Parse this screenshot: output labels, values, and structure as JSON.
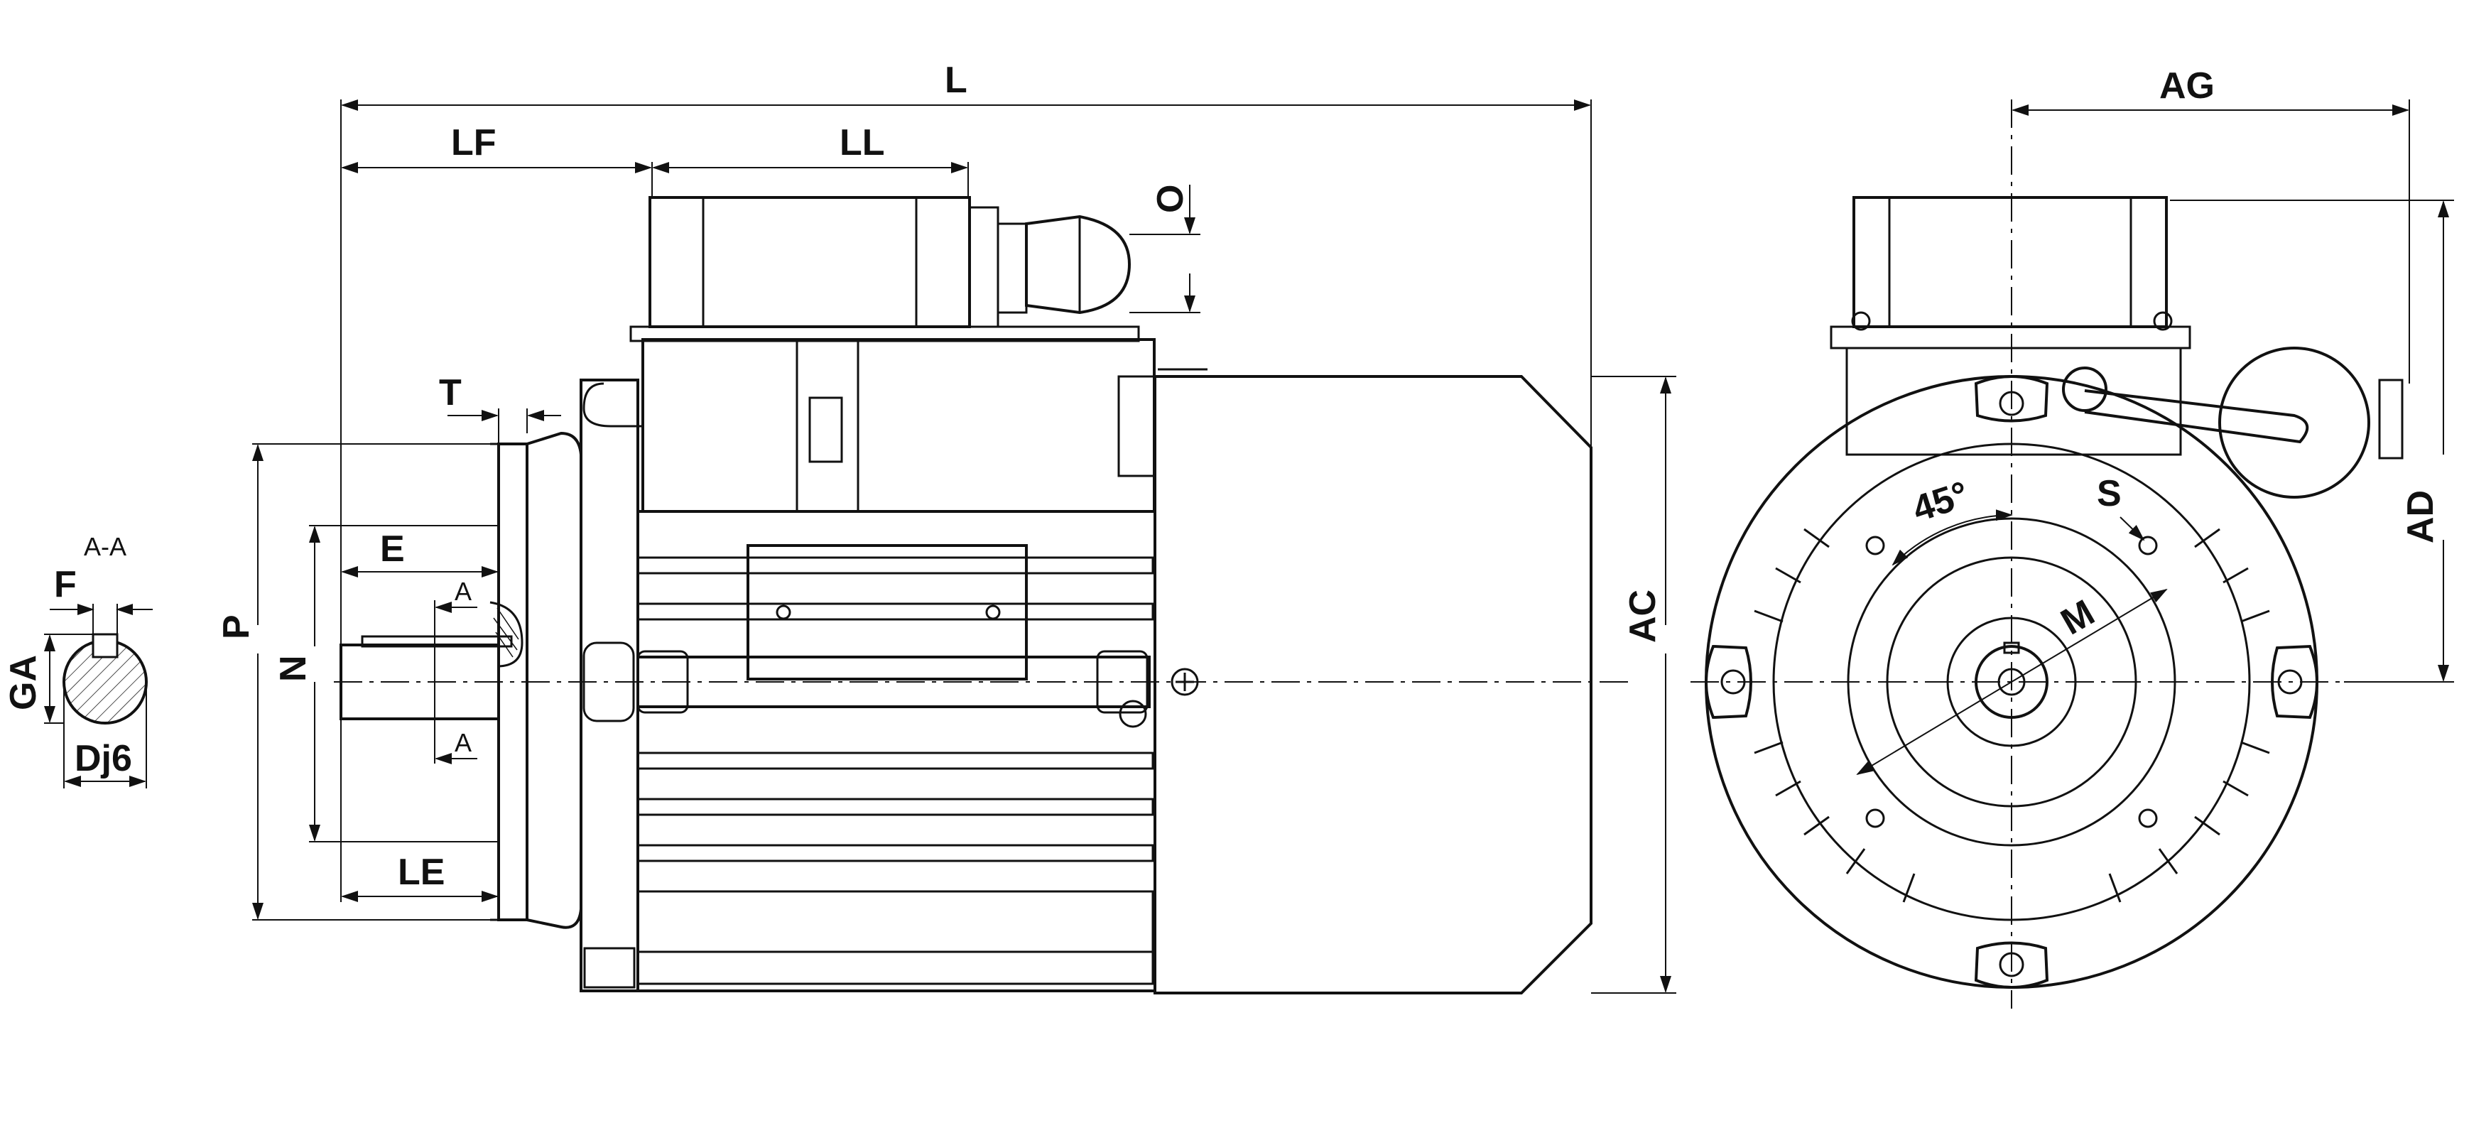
{
  "side_view": {
    "labels": {
      "L": "L",
      "LF": "LF",
      "LL": "LL",
      "O": "O",
      "T": "T",
      "E": "E",
      "P": "P",
      "N": "N",
      "LE": "LE",
      "AC": "AC",
      "A_top": "A",
      "A_bottom": "A"
    }
  },
  "section": {
    "title": "A-A",
    "F": "F",
    "GA": "GA",
    "D": "Dj6"
  },
  "end_view": {
    "labels": {
      "AG": "AG",
      "AD": "AD",
      "S": "S",
      "M": "M",
      "angle": "45°"
    }
  }
}
